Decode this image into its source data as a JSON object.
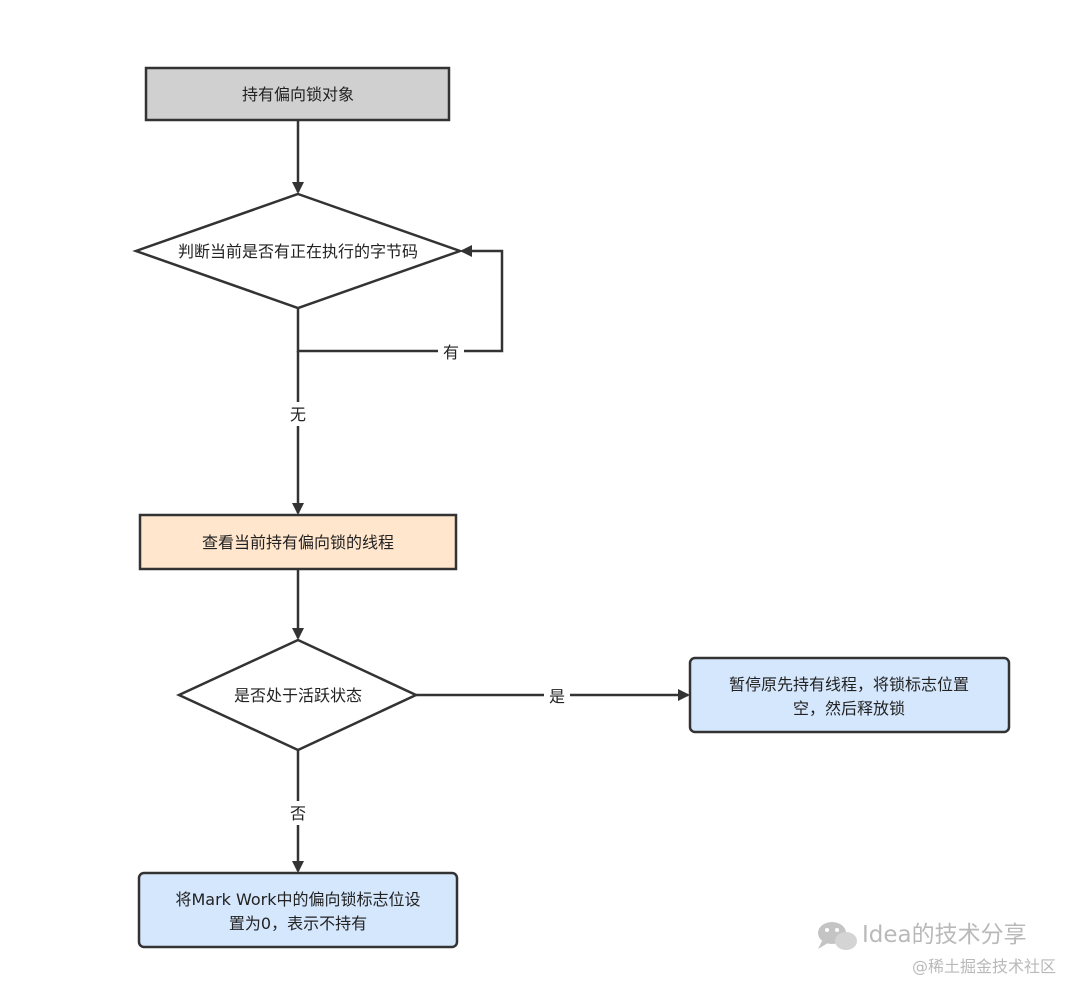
{
  "nodes": {
    "start": {
      "label": "持有偏向锁对象",
      "fill": "#d0d0d0"
    },
    "check_bytecode": {
      "label": "判断当前是否有正在执行的字节码",
      "fill": "#ffffff"
    },
    "view_thread": {
      "label": "查看当前持有偏向锁的线程",
      "fill": "#ffe6cc"
    },
    "check_active": {
      "label": "是否处于活跃状态",
      "fill": "#ffffff"
    },
    "pause_thread": {
      "lines": [
        "暂停原先持有线程，将锁标志位置",
        "空，然后释放锁"
      ],
      "fill": "#d5e7fc"
    },
    "set_markword": {
      "lines": [
        "将Mark Work中的偏向锁标志位设",
        "置为0，表示不持有"
      ],
      "fill": "#d5e7fc"
    }
  },
  "edges": {
    "loop_yes": "有",
    "no_bytecode": "无",
    "active_yes": "是",
    "active_no": "否"
  },
  "watermark": {
    "brand": "Idea的技术分享",
    "site": "@稀土掘金技术社区"
  },
  "colors": {
    "stroke": "#333333",
    "watermark": "#b9b9b9"
  }
}
